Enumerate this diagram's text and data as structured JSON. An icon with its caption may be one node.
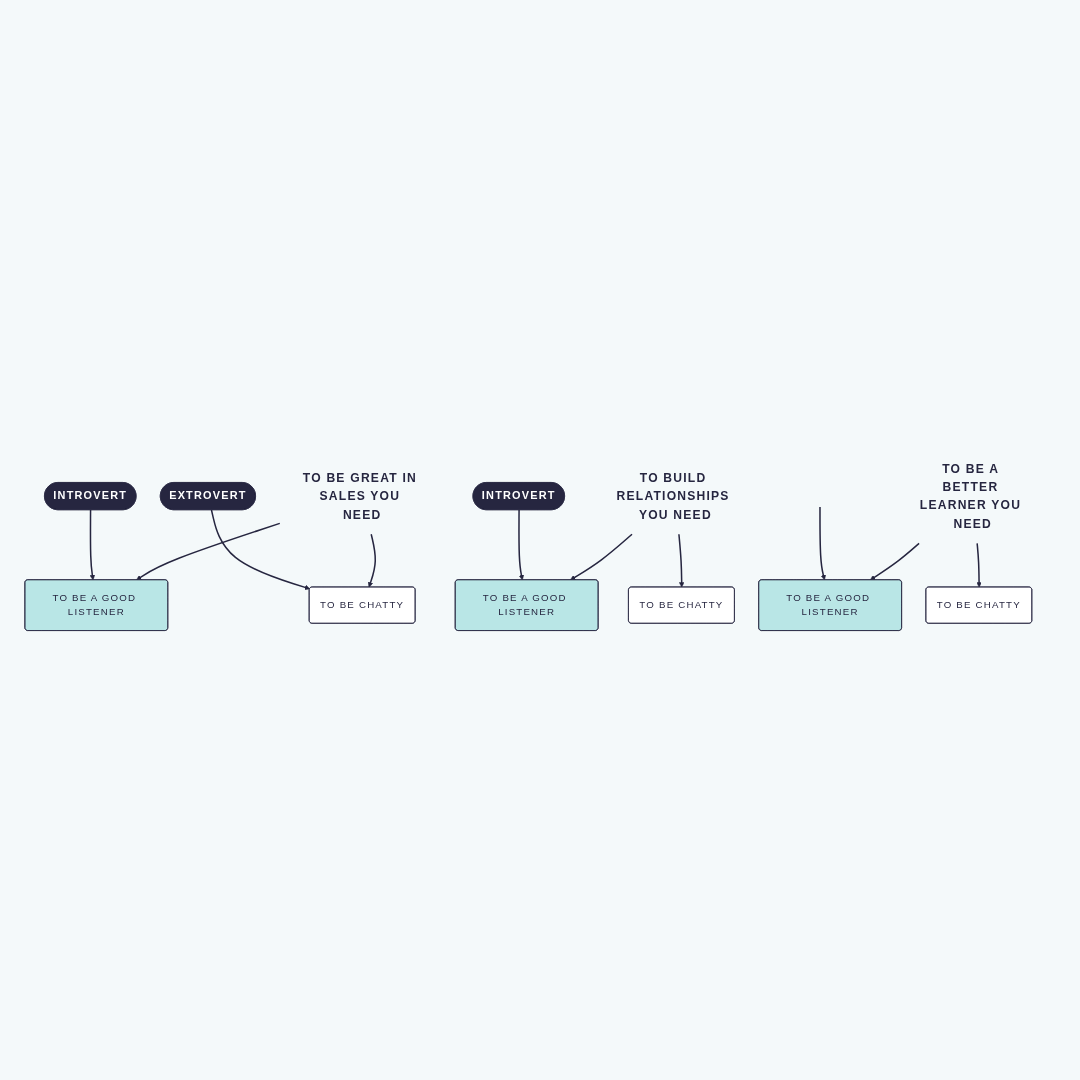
{
  "diagram": {
    "nodes": [
      {
        "text": [
          "TO BE GREAT IN SALES YOU NEED"
        ]
      },
      {
        "text": [
          "TO BE A GOOD LISTENER"
        ]
      },
      {
        "text": [
          "TO BE CHATTY"
        ]
      },
      {
        "text": [
          "INTROVERT"
        ]
      },
      {
        "text": [
          "EXTROVERT"
        ]
      },
      {
        "text": [
          "TO BUILD RELATIONSHIPS YOU NEED"
        ]
      },
      {
        "text": [
          "TO BE A GOOD LISTENER"
        ]
      },
      {
        "text": [
          "TO BE CHATTY"
        ]
      },
      {
        "text": [
          "INTROVERT"
        ]
      },
      {
        "text": [
          "TO BE A BETTER LEARNER YOU NEED"
        ]
      },
      {
        "text": [
          "TO BE A GOOD LISTENER"
        ]
      },
      {
        "text": [
          "TO BE CHATTY"
        ]
      }
    ],
    "edges": [
      {
        "from": 0,
        "to": 1,
        "arrow": "to"
      },
      {
        "from": 0,
        "to": 2,
        "arrow": "to"
      },
      {
        "from": 3,
        "to": 1,
        "arrow": "to"
      },
      {
        "from": 4,
        "to": 2,
        "arrow": "to"
      },
      {
        "from": 5,
        "to": 6,
        "arrow": "to"
      },
      {
        "from": 5,
        "to": 7,
        "arrow": "to"
      },
      {
        "from": 8,
        "to": 6,
        "arrow": "to"
      },
      {
        "from": 9,
        "to": 10,
        "arrow": "to"
      },
      {
        "from": 9,
        "to": 11,
        "arrow": "to"
      },
      {
        "from": null,
        "to": 10,
        "arrow": "to"
      }
    ]
  }
}
